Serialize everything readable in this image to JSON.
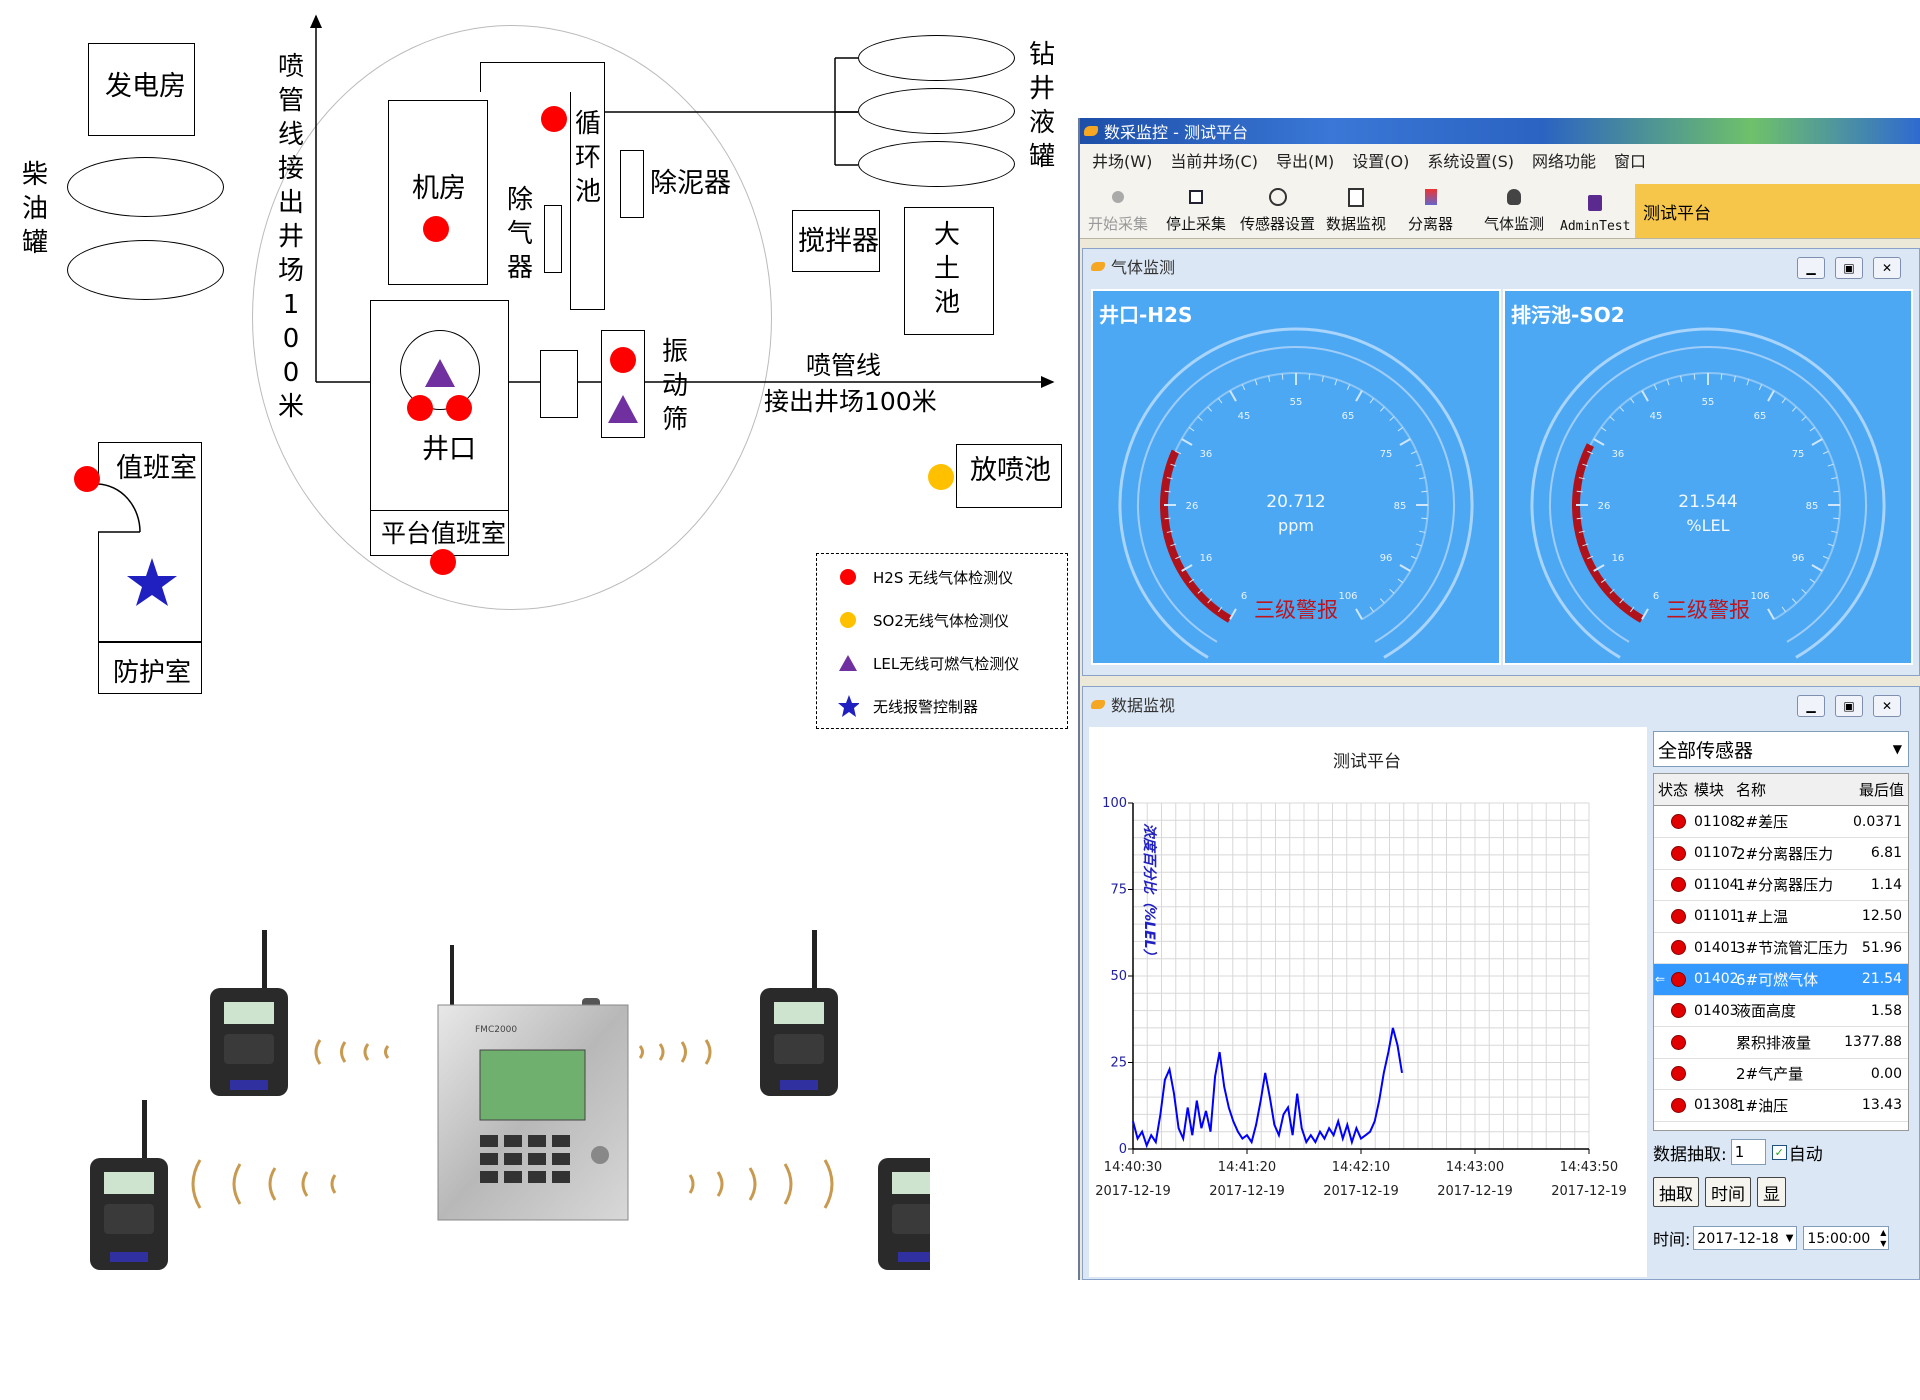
{
  "site_plan": {
    "generator_room": "发电房",
    "diesel_tank": "柴油罐",
    "engine_room": "机房",
    "degasser": "除气器",
    "circulation_tank": "循环池",
    "desilter": "除泥器",
    "drilling_fluid_tanks": "钻井液罐",
    "mixer": "搅拌器",
    "earth_pit": "大土池",
    "vibrating_screen": "振动筛",
    "wellhead": "井口",
    "platform_duty_room": "平台值班室",
    "duty_room": "值班室",
    "protection_room": "防护室",
    "blowout_pit": "放喷池",
    "blowout_line_vertical": "喷管线接出井场100米",
    "blowout_line_horizontal_1": "喷管线",
    "blowout_line_horizontal_2": "接出井场100米"
  },
  "legend": [
    {
      "symbol": "red-circle",
      "color": "#ff0000",
      "label": "H2S 无线气体检测仪"
    },
    {
      "symbol": "yellow-circle",
      "color": "#ffc000",
      "label": "SO2无线气体检测仪"
    },
    {
      "symbol": "purple-triangle",
      "color": "#7030a0",
      "label": "LEL无线可燃气检测仪"
    },
    {
      "symbol": "blue-star",
      "color": "#2020c0",
      "label": "无线报警控制器"
    }
  ],
  "device_panel": {
    "controller_brand": "FMC2000"
  },
  "app": {
    "title": "数采监控 - 测试平台",
    "menu": [
      "井场(W)",
      "当前井场(C)",
      "导出(M)",
      "设置(O)",
      "系统设置(S)",
      "网络功能",
      "窗口"
    ],
    "toolbar": [
      "开始采集",
      "停止采集",
      "传感器设置",
      "数据监视",
      "分离器",
      "气体监测",
      "AdminTest"
    ],
    "toolbar_title": "测试平台",
    "gas_panel": {
      "title": "气体监测",
      "gauges": [
        {
          "name": "井口-H2S",
          "value": "20.712",
          "unit": "ppm",
          "alarm": "三级警报",
          "fraction": 0.28
        },
        {
          "name": "排污池-SO2",
          "value": "21.544",
          "unit": "%LEL",
          "alarm": "三级警报",
          "fraction": 0.29
        }
      ],
      "gauge_ticks": [
        "6",
        "16",
        "26",
        "36",
        "45",
        "55",
        "65",
        "75",
        "85",
        "96",
        "106"
      ]
    },
    "data_panel": {
      "title": "数据监视",
      "sensor_select": "全部传感器",
      "columns": [
        "状态",
        "模块",
        "名称",
        "最后值"
      ],
      "rows": [
        {
          "module": "01108",
          "name": "2#差压",
          "value": "0.0371"
        },
        {
          "module": "01107",
          "name": "2#分离器压力",
          "value": "6.81"
        },
        {
          "module": "01104",
          "name": "1#分离器压力",
          "value": "1.14"
        },
        {
          "module": "01101",
          "name": "1#上温",
          "value": "12.50"
        },
        {
          "module": "01401",
          "name": "3#节流管汇压力",
          "value": "51.96"
        },
        {
          "module": "01402",
          "name": "6#可燃气体",
          "value": "21.54"
        },
        {
          "module": "01403",
          "name": "液面高度",
          "value": "1.58"
        },
        {
          "module": "",
          "name": "累积排液量",
          "value": "1377.88"
        },
        {
          "module": "",
          "name": "2#气产量",
          "value": "0.00"
        },
        {
          "module": "01308",
          "name": "1#油压",
          "value": "13.43"
        }
      ],
      "extract_label": "数据抽取:",
      "extract_value": "1",
      "auto_label": "自动",
      "buttons": [
        "抽取",
        "时间",
        "显"
      ],
      "time_label": "时间:",
      "date_value": "2017-12-18",
      "time_value": "15:00:00"
    }
  },
  "chart_data": {
    "type": "line",
    "title": "测试平台",
    "ylabel": "浓度百分比（%LEL）",
    "ylim": [
      0,
      100
    ],
    "yticks": [
      "0",
      "25",
      "50",
      "75",
      "100"
    ],
    "xticks": [
      {
        "time": "14:40:30",
        "date": "2017-12-19"
      },
      {
        "time": "14:41:20",
        "date": "2017-12-19"
      },
      {
        "time": "14:42:10",
        "date": "2017-12-19"
      },
      {
        "time": "14:43:00",
        "date": "2017-12-19"
      },
      {
        "time": "14:43:50",
        "date": "2017-12-19"
      }
    ],
    "series": [
      {
        "color": "#0000ff",
        "x_seconds": [
          0,
          2,
          4,
          6,
          8,
          10,
          12,
          14,
          16,
          18,
          20,
          22,
          24,
          26,
          28,
          30,
          32,
          34,
          36,
          38,
          40,
          42,
          44,
          46,
          48,
          50,
          52,
          54,
          56,
          58,
          60,
          62,
          64,
          66,
          68,
          70,
          72,
          74,
          76,
          78,
          80,
          82,
          84,
          86,
          88,
          90,
          92,
          94,
          96,
          98,
          100,
          102,
          104,
          106,
          108,
          110,
          112,
          114,
          116,
          118
        ],
        "values": [
          8,
          3,
          5,
          1,
          4,
          2,
          10,
          20,
          23,
          16,
          6,
          3,
          12,
          4,
          14,
          6,
          11,
          5,
          21,
          28,
          18,
          12,
          8,
          5,
          3,
          4,
          2,
          7,
          14,
          22,
          15,
          7,
          4,
          10,
          12,
          4,
          16,
          6,
          2,
          4,
          2,
          5,
          3,
          6,
          4,
          8,
          3,
          7,
          2,
          6,
          3,
          4,
          5,
          8,
          14,
          22,
          28,
          35,
          30,
          22
        ]
      }
    ]
  }
}
